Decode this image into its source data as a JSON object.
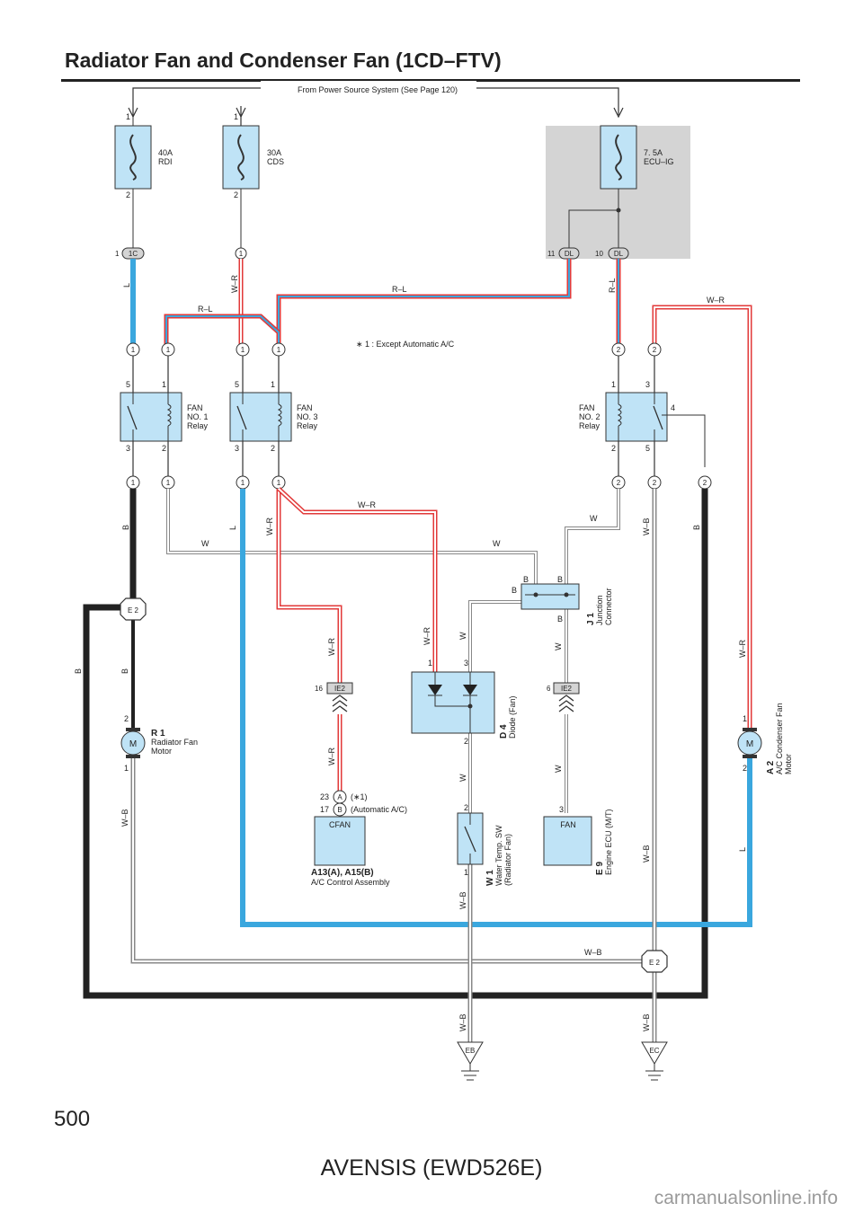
{
  "title": "Radiator Fan and Condenser Fan (1CD–FTV)",
  "power_source_note": "From Power Source System (See Page 120)",
  "footnote": "∗ 1 : Except Automatic A/C",
  "page_number": "500",
  "footer": "AVENSIS (EWD526E)",
  "watermark": "carmanualsonline.info",
  "colors": {
    "blue": "#3aa7de",
    "red": "#e23a3a",
    "component_fill": "#bfe3f6",
    "shade": "#d4d4d4"
  },
  "fuses": {
    "rdi": {
      "amp": "40A",
      "name": "RDI",
      "pin_top": "1",
      "pin_bottom": "2"
    },
    "cds": {
      "amp": "30A",
      "name": "CDS",
      "pin_top": "1",
      "pin_bottom": "2"
    },
    "ecuig": {
      "amp": "7. 5A",
      "name": "ECU–IG"
    }
  },
  "connectors": {
    "c1c": {
      "pin": "1",
      "code": "1C"
    },
    "c1": {
      "code": "1"
    },
    "dl11": {
      "pin": "11",
      "code": "DL"
    },
    "dl10": {
      "pin": "10",
      "code": "DL"
    },
    "r1": "1",
    "r2": "2",
    "ie2_16": {
      "pin": "16",
      "code": "IE2"
    },
    "ie2_6": {
      "pin": "6",
      "code": "IE2"
    },
    "e2": "E 2",
    "eb": "EB",
    "ec": "EC"
  },
  "relays": {
    "fan1": {
      "line1": "FAN",
      "line2": "NO. 1",
      "line3": "Relay",
      "p5": "5",
      "p1": "1",
      "p3": "3",
      "p2": "2"
    },
    "fan3": {
      "line1": "FAN",
      "line2": "NO. 3",
      "line3": "Relay",
      "p5": "5",
      "p1": "1",
      "p3": "3",
      "p2": "2"
    },
    "fan2": {
      "line1": "FAN",
      "line2": "NO. 2",
      "line3": "Relay",
      "p1": "1",
      "p3": "3",
      "p4": "4",
      "p2": "2",
      "p5": "5"
    }
  },
  "wires": {
    "L": "L",
    "WR": "W–R",
    "RL": "R–L",
    "B": "B",
    "W": "W",
    "WB": "W–B"
  },
  "components": {
    "r1": {
      "code": "R 1",
      "name1": "Radiator Fan",
      "name2": "Motor",
      "p2": "2",
      "p1": "1",
      "m": "M"
    },
    "a2": {
      "code": "A 2",
      "name1": "A/C Condenser Fan",
      "name2": "Motor",
      "p1": "1",
      "p2": "2",
      "m": "M"
    },
    "d4": {
      "code": "D 4",
      "name": "Diode (Fan)",
      "p1": "1",
      "p3": "3",
      "p2": "2"
    },
    "j1": {
      "code": "J 1",
      "name1": "Junction",
      "name2": "Connector"
    },
    "w1": {
      "code": "W 1",
      "name1": "Water Temp. SW",
      "name2": "(Radiator Fan)",
      "p2": "2",
      "p1": "1"
    },
    "e9": {
      "code": "E 9",
      "name": "Engine ECU (M/T)",
      "label": "FAN",
      "p3": "3"
    },
    "a13": {
      "label": "CFAN",
      "code": "A13(A), A15(B)",
      "name": "A/C Control Assembly",
      "pa": "23",
      "ca": "A",
      "na": "(∗1)",
      "pb": "17",
      "cb": "B",
      "nb": "(Automatic A/C)"
    }
  }
}
